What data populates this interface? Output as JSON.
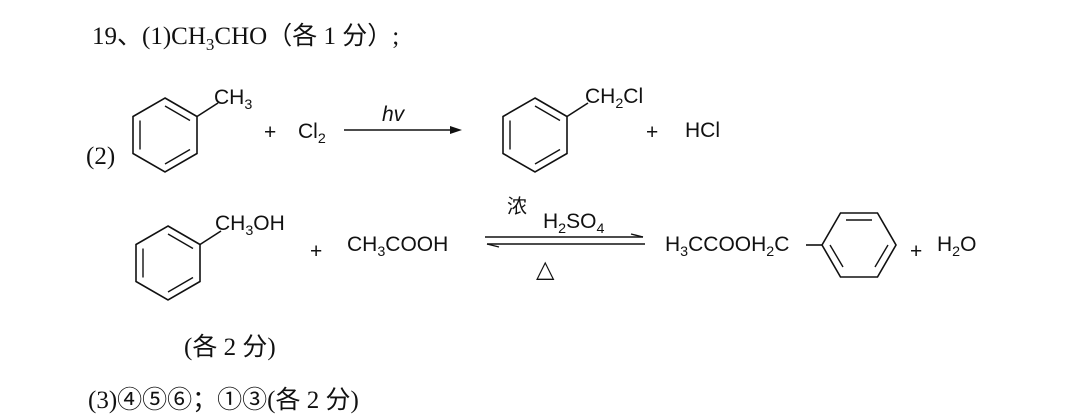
{
  "answer_19": {
    "prefix": "19、(1)",
    "formula": {
      "p1": "CH",
      "s1": "3",
      "p2": "CHO"
    },
    "note": "（各 1 分）;"
  },
  "answer_2": {
    "label": "(2)",
    "reaction1": {
      "reactant1_sub": {
        "p1": "CH",
        "s1": "3"
      },
      "plus1": "+",
      "reactant2": {
        "p1": "Cl",
        "s1": "2"
      },
      "condition": "hv",
      "product1_sub": {
        "p1": "CH",
        "s1": "2",
        "p2": "Cl"
      },
      "plus2": "+",
      "product2": "HCl"
    },
    "reaction2": {
      "reactant1_sub": {
        "p1": "CH",
        "s1": "3",
        "p2": "OH"
      },
      "plus1": "+",
      "reactant2": {
        "p1": "CH",
        "s1": "3",
        "p2": "COOH"
      },
      "condition_top_1": "浓",
      "condition_top_2": {
        "p1": "H",
        "s1": "2",
        "p2": "SO",
        "s2": "4"
      },
      "condition_bottom": "△",
      "product1": {
        "p1": "H",
        "s1": "3",
        "p2": "CCOOH",
        "s2": "2",
        "p3": "C"
      },
      "plus2": "+",
      "product2": {
        "p1": "H",
        "s1": "2",
        "p2": "O"
      }
    },
    "score_note": "(各 2 分)"
  },
  "answer_3": {
    "text": "(3)④⑤⑥；①③(各 2 分)"
  }
}
